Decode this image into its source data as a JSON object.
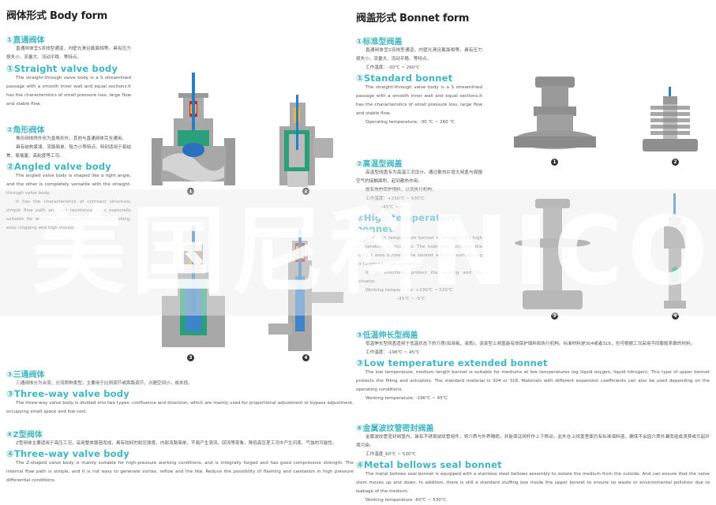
{
  "watermark": "美国尼科NICO",
  "left": {
    "title": "阀体形式 Body form",
    "s1": {
      "cn_title": "①直通阀体",
      "cn_text": "直通阀体呈S流线型通道，内壁光滑且截面相等。具有压力损失小、流量大、流动平稳、等特点。",
      "en_title": "①Straight valve body",
      "en_text": "The straight-through valve body is a S streamlined passage with a smooth inner wall and equal sections.It has the characteristics of small pressure loss, large flow and stable flow."
    },
    "s2": {
      "cn_title": "②角形阀体",
      "cn_text1": "角形阀体除外形为直角形外，其他与直通阀体完全通用。",
      "cn_text2": "具有结构紧凑、流路简单、阻力小等特点。特别适用于易结焦、易堵塞、高粘度等工况。",
      "en_title": "②Angled valve body",
      "en_text1": "The angled valve body is shaped like a right angle, and the other is completely versatile with the straight-through valve body.",
      "en_text2": "It has the characteristics of compact structure, simple flow path and low resistance. It is especially suitable for working conditions such as easy coking, easy clogging and high viscosity."
    },
    "s3": {
      "cn_title": "③三通阀体",
      "cn_text": "三通阀体分为合流、分流两种类型，主要用于比例调节或旁路调节，占据空间小，成本低。",
      "en_title": "③Three-way valve body",
      "en_text": "The three-way valve body is divided into two types: confluence and diversion, which are mainly used for proportional adjustment or bypass adjustment, occupying small space and low cost."
    },
    "s4": {
      "cn_title": "④Z型阀体",
      "cn_text": "Z型阀体主要适用于高压工况，采用整体锻造而成，具有较好的耐压强度。内部流路简单，不易产生涡流、回流等现象，降低高压差工况中产生闪蒸、气蚀的可能性。",
      "en_title": "④Three-way valve body",
      "en_text": "The Z-shaped valve body is mainly suitable for high-pressure working conditions, and is integrally forged and has good compressive strength. The internal flow path is simple, and it is not easy to generate vortex, reflow and the like. Reduce the possibility of flashing and cavitation in high pressure differential conditions."
    },
    "figure_labels": [
      "1",
      "2",
      "3",
      "4"
    ]
  },
  "right": {
    "title": "阀盖形式 Bonnet form",
    "s1": {
      "cn_title": "①标准型阀盖",
      "cn_text": "直通阀体呈S流线型通道，内壁光滑且截面相等。具有压力损失小、流量大、流动平稳、等特点。",
      "cn_temp": "工作温度：-30℃ ~ 260℃",
      "en_title": "①Standard bonnet",
      "en_text": "The straight-through valve body is a S streamlined passage with a smooth inner wall and equal sections.It has the characteristics of small pressure loss, large flow and stable flow.",
      "en_temp": "Operating temperature: -30 ℃ ~ 260 ℃"
    },
    "s2": {
      "cn_title": "②高温型阀盖",
      "cn_text1": "高温型阀盖专为高温工况设计。通过散热片增大阀盖与周围空气的接触面积，起到散热作用。",
      "cn_text2": "能有效的保护填料，以及执行机构。",
      "cn_temp1": "工作温度：+230℃ ~ 530℃",
      "cn_temp2": "-45℃ ~ -5℃",
      "en_title": "②High temperature bonnet",
      "en_text1": "This high temperature bonnet is designed for high temperature applications. The heat sink increases the contact area between the bonnet and the surrounding air to provide heat dissipation.",
      "en_text2": "It can effectively protect the packing and the actuator.",
      "en_temp1": "Working temperature: +230℃ ~ 530℃",
      "en_temp2": "-45℃ ~ -5℃"
    },
    "s3": {
      "cn_title": "③低温伸长型阀盖",
      "cn_text": "低温伸长型阀盖适用于低温状态下的介质(如液氧、液氮)。该类型上阀盖能有效保护填料和执行机构。标准材料是304或者316，也可根据工况采用不同膨胀系数的材料。",
      "cn_temp": "工作温度：-196℃ ~ 45℃",
      "en_title": "③Low temperature extended bonnet",
      "en_text": "The low temperature, medium length bonnet is suitable for mediums at low temperatures (eg liquid oxygen, liquid nitrogen). This type of upper bonnet protects the filling and actuators. The standard material is 304 or 316. Materials with different expansion coefficients can also be used depending on the operating conditions.",
      "en_temp": "Working temperature: -196℃ ~ 45℃"
    },
    "s4": {
      "cn_title": "④金属波纹管密封阀盖",
      "cn_text": "金属波纹管密封阀盖内，装有不锈钢波纹管组件，将介质与外界隔绝，并能保证阀杆作上下移动。此外在上阀盖里面仍有标准填料函，确保不会因介质外漏而造成浪费或引起环境污染。",
      "cn_temp": "工作温度_60℃ ~ 530℃",
      "en_title": "④Metal bellows seal bonnet",
      "en_text": "The metal bellows seal bonnet is equipped with a stainless steel bellows assembly to isolate the medium from the outside. And can ensure that the valve stem moves up and down. In addition, there is still a standard stuffing box inside the upper bonnet to ensure no waste or environmental pollution due to leakage of the medium.",
      "en_temp": "Working temperature -60℃ ~ 530℃"
    },
    "figure_labels": [
      "1",
      "2",
      "3",
      "4"
    ]
  }
}
